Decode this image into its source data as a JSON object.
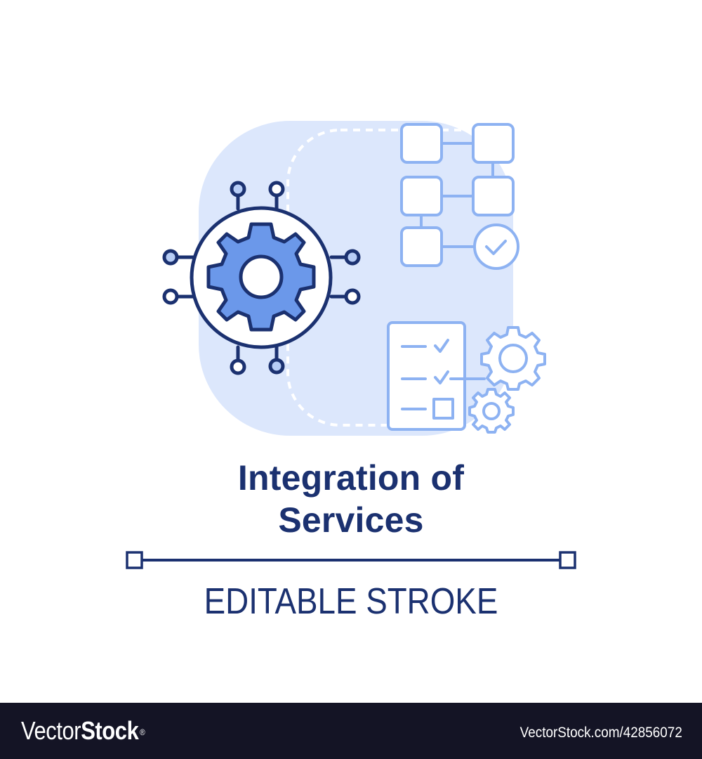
{
  "illustration": {
    "name": "integration-of-services-concept-icon",
    "colors": {
      "background_tile": "#dce7fc",
      "dashed_outline": "#ffffff",
      "dark_stroke": "#1b3170",
      "gear_fill": "#6b98ea",
      "light_stroke": "#8db2f2",
      "node_fill_light": "#b7cdf6",
      "white": "#ffffff"
    },
    "elements": [
      "central-gear-circuit-icon",
      "flowchart-blocks-icon",
      "checkmark-circle-icon",
      "checklist-document-icon",
      "large-gear-icon",
      "small-gear-icon"
    ]
  },
  "caption": {
    "title_line1": "Integration of",
    "title_line2": "Services",
    "subtitle": "EDITABLE STROKE"
  },
  "footer": {
    "brand_light": "Vector",
    "brand_bold": "Stock",
    "brand_mark": "®",
    "stock_id": "VectorStock.com/42856072",
    "background": "#141425"
  }
}
